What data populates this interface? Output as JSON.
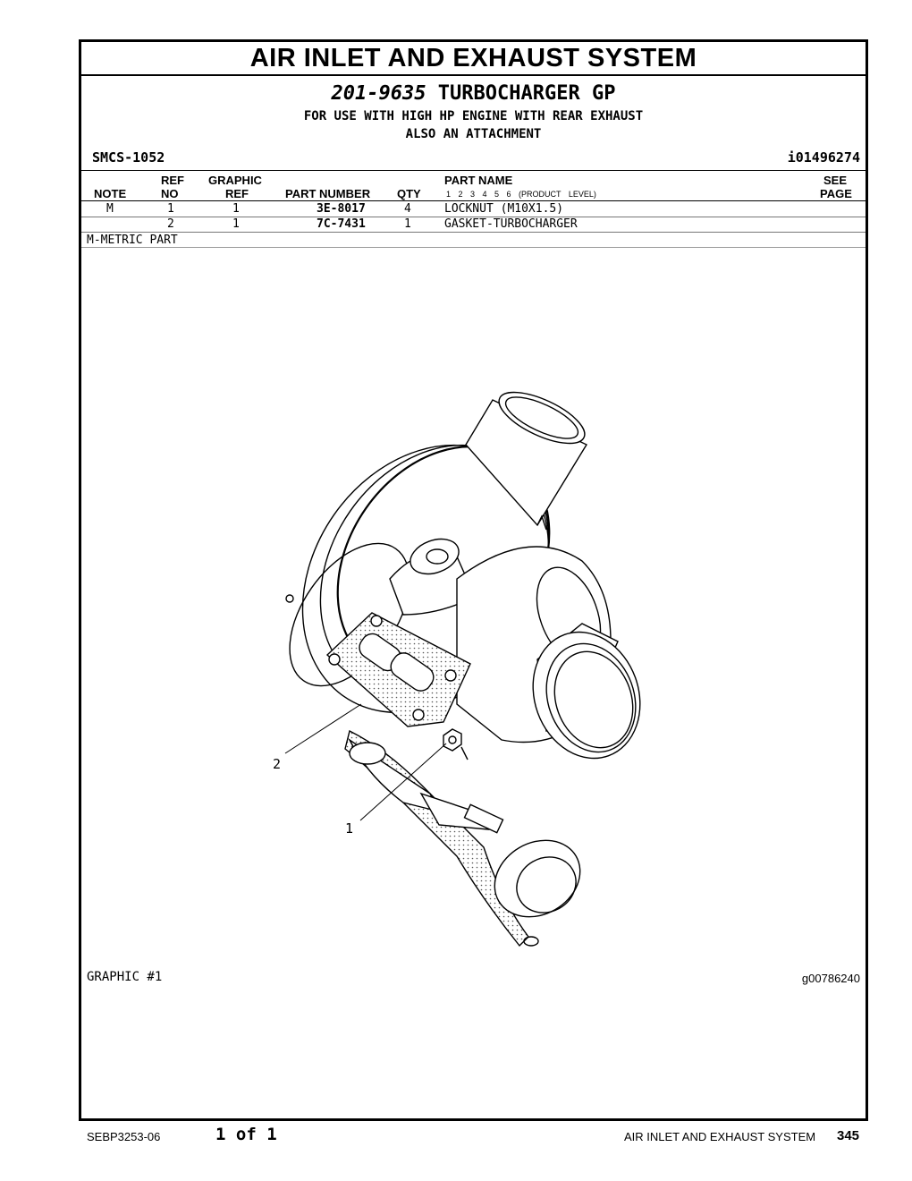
{
  "section_title": "AIR INLET AND EXHAUST SYSTEM",
  "group": {
    "number": "201-9635",
    "name": "TURBOCHARGER GP",
    "subtitle_1": "FOR USE WITH HIGH HP ENGINE WITH REAR EXHAUST",
    "subtitle_2": "ALSO AN ATTACHMENT"
  },
  "smcs": "SMCS-1052",
  "info_id": "i01496274",
  "table": {
    "headers": {
      "note": "NOTE",
      "ref_top": "REF",
      "ref_bottom": "NO",
      "graphic_top": "GRAPHIC",
      "graphic_bottom": "REF",
      "part_number": "PART NUMBER",
      "qty": "QTY",
      "part_name": "PART NAME",
      "product_levels": "1  2  3  4  5  6  (PRODUCT LEVEL)",
      "see_top": "SEE",
      "see_bottom": "PAGE"
    },
    "rows": [
      {
        "note": "M",
        "ref": "1",
        "graphic": "1",
        "part_number": "3E-8017",
        "qty": "4",
        "part_name": "LOCKNUT (M10X1.5)"
      },
      {
        "note": "",
        "ref": "2",
        "graphic": "1",
        "part_number": "7C-7431",
        "qty": "1",
        "part_name": "GASKET-TURBOCHARGER"
      }
    ],
    "note_legend": "M-METRIC PART"
  },
  "graphic": {
    "label": "GRAPHIC #1",
    "id": "g00786240",
    "callouts": [
      "2",
      "1"
    ]
  },
  "footer": {
    "doc": "SEBP3253-06",
    "page_of": "1 of 1",
    "section": "AIR INLET AND EXHAUST SYSTEM",
    "page_number": "345"
  }
}
